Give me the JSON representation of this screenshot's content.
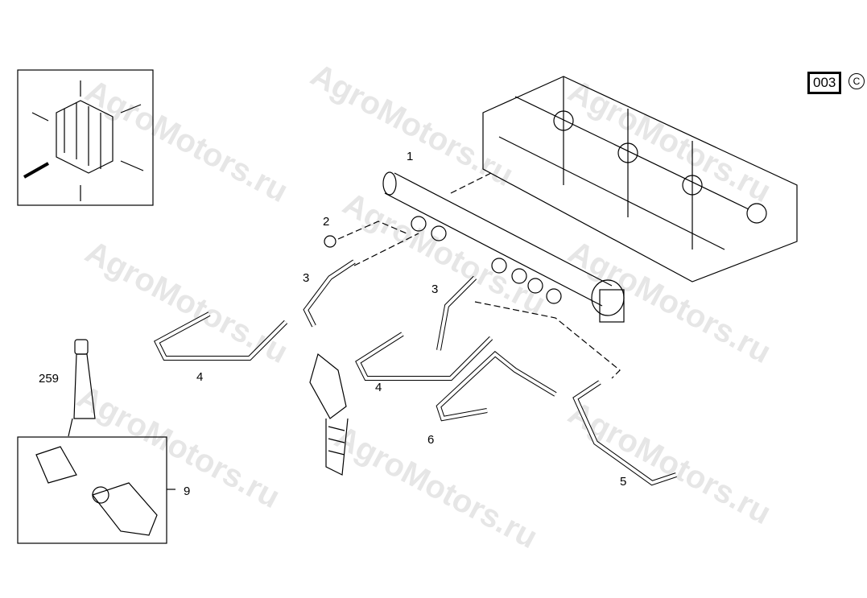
{
  "watermark": "AgroMotors.ru",
  "page_code": "003",
  "copyright_symbol": "C",
  "callouts": {
    "rail": "1",
    "plug": "2",
    "pipe3a": "3",
    "pipe3b": "3",
    "pipe4a": "4",
    "pipe4b": "4",
    "pipe5": "5",
    "pipe6": "6",
    "sensor_kit": "9",
    "grease": "259"
  }
}
